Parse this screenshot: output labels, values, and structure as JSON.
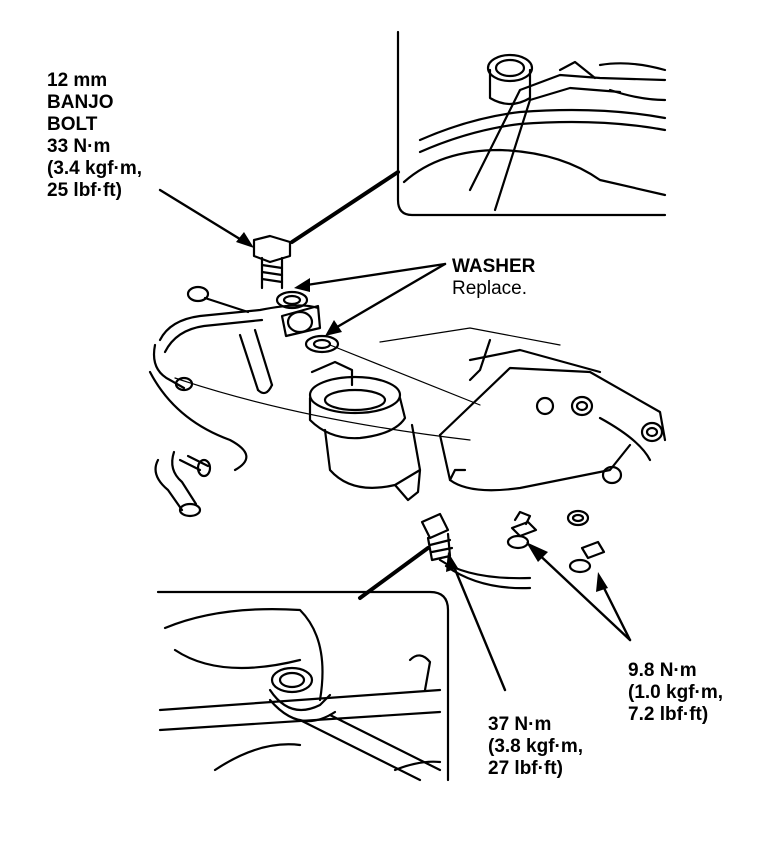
{
  "banjo_bolt": {
    "lines": [
      "12 mm",
      "BANJO",
      "BOLT",
      "33 N·m",
      "(3.4 kgf·m,",
      "25 lbf·ft)"
    ]
  },
  "washer": {
    "title": "WASHER",
    "note": "Replace."
  },
  "mount_bolts": {
    "lines": [
      "9.8 N·m",
      "(1.0 kgf·m,",
      "7.2 lbf·ft)"
    ]
  },
  "fitting": {
    "lines": [
      "37 N·m",
      "(3.8 kgf·m,",
      "27 lbf·ft)"
    ]
  }
}
